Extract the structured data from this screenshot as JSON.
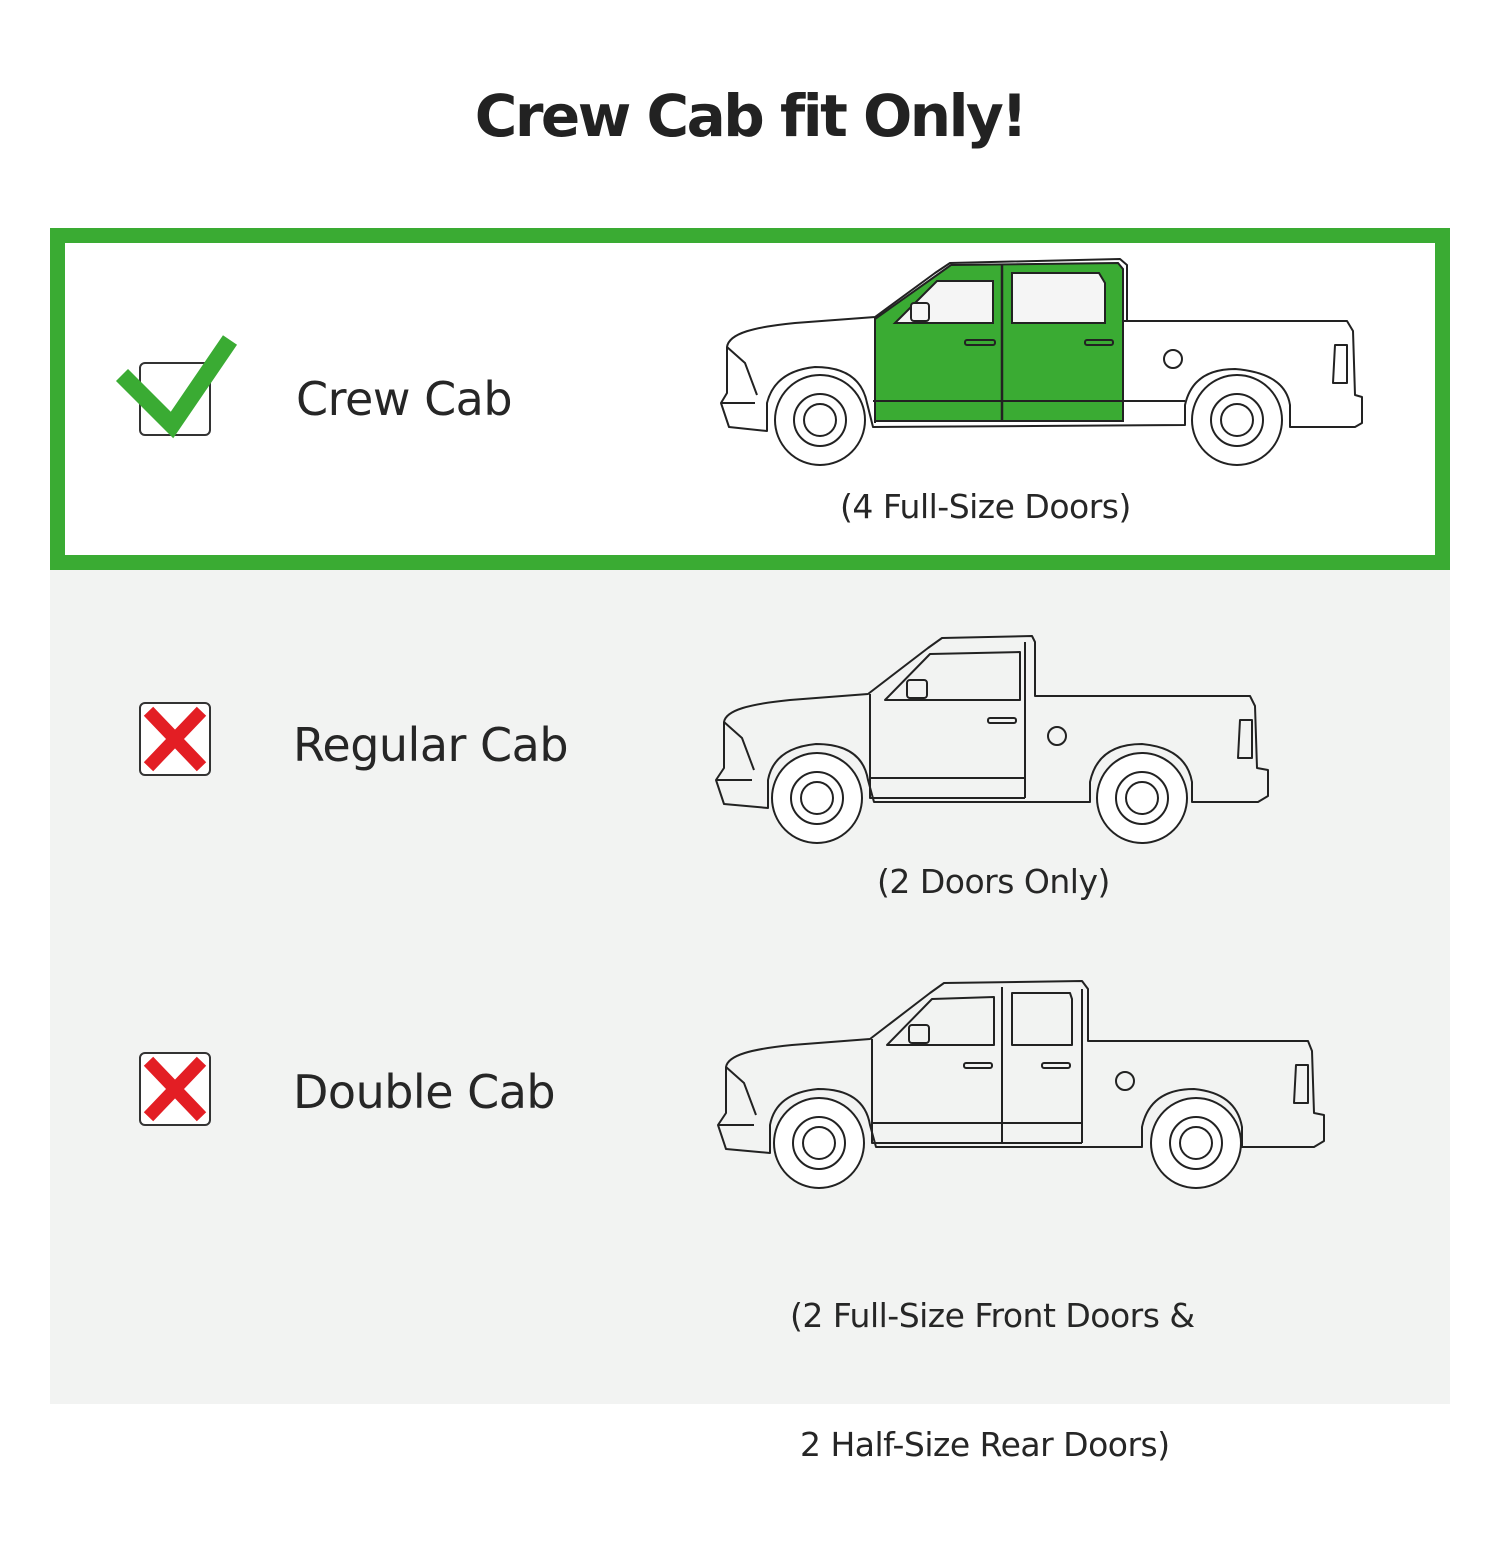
{
  "title": "Crew Cab fit Only!",
  "colors": {
    "accent_green": "#3aab33",
    "cross_red": "#e31e24",
    "panel_gray": "#f2f3f2"
  },
  "options": [
    {
      "label": "Crew Cab",
      "status": "fits",
      "status_icon": "check-icon",
      "caption": [
        "(4 Full-Size Doors)"
      ],
      "door_fill": "#3aab33"
    },
    {
      "label": "Regular Cab",
      "status": "does-not-fit",
      "status_icon": "cross-icon",
      "caption": [
        "(2 Doors Only)"
      ]
    },
    {
      "label": "Double Cab",
      "status": "does-not-fit",
      "status_icon": "cross-icon",
      "caption": [
        "(2 Full-Size Front Doors &",
        " 2 Half-Size Rear Doors)"
      ]
    }
  ]
}
